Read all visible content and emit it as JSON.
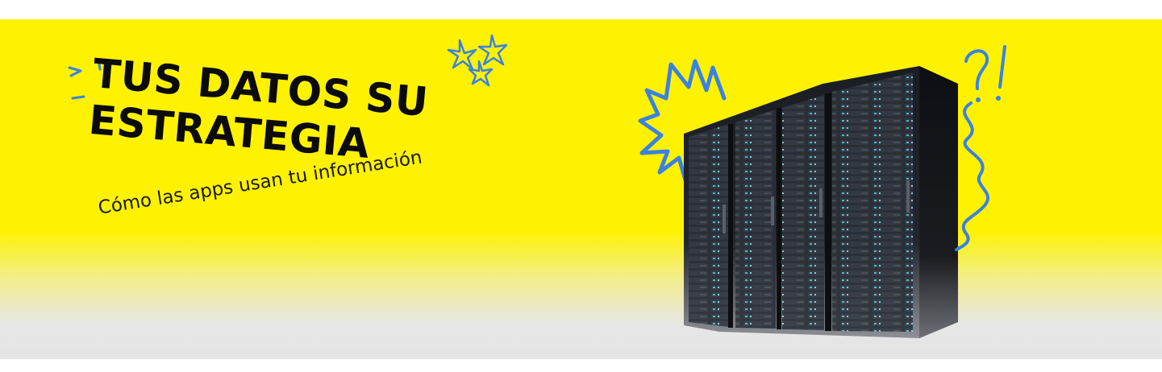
{
  "banner": {
    "title_line_1": "TUS DATOS SU",
    "title_line_2": "ESTRATEGIA",
    "subtitle": "Cómo las apps usan tu información",
    "background_color": "#fff200",
    "doodle_color": "#3b82e0",
    "icons": [
      "dash-marks-icon",
      "stars-icon",
      "spiky-burst-icon",
      "question-exclamation-icon",
      "squiggle-icon",
      "server-rack-image"
    ]
  }
}
